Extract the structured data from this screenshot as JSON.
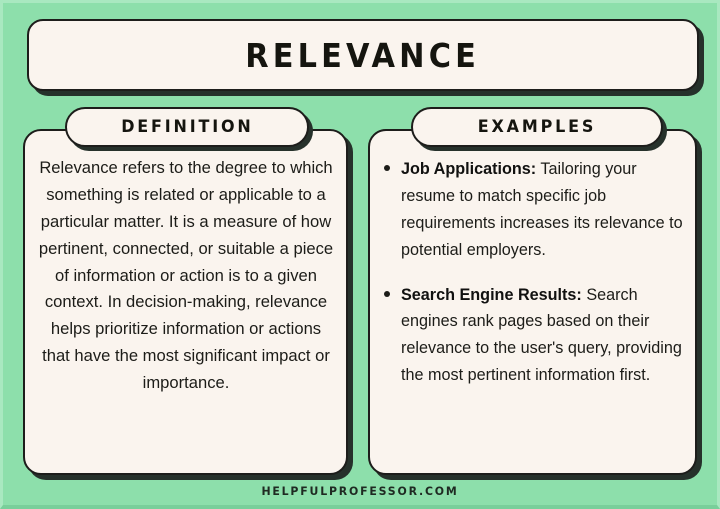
{
  "header": {
    "title": "RELEVANCE"
  },
  "panels": {
    "definition": {
      "pill_label": "DEFINITION",
      "body": "Relevance refers to the degree to which something is related or applicable to a particular matter. It is a measure of how pertinent, connected, or suitable a piece of information or action is to a given context. In decision-making, relevance helps prioritize information or actions that have the most significant impact or importance."
    },
    "examples": {
      "pill_label": "EXAMPLES",
      "items": [
        {
          "label": "Job Applications:",
          "text": " Tailoring your resume to match specific job requirements increases its relevance to potential employers."
        },
        {
          "label": "Search Engine Results:",
          "text": " Search engines rank pages based on their relevance to the user's query, providing the most pertinent information first."
        }
      ]
    }
  },
  "footer": {
    "attribution": "HELPFULPROFESSOR.COM"
  },
  "colors": {
    "background_green": "#8ddfab",
    "border_light_green": "#a9e8c0",
    "card_cream": "#faf4ee",
    "outline_black": "#1d1d1b",
    "shadow_dark": "#26312b",
    "text_dark": "#1c1c18"
  }
}
